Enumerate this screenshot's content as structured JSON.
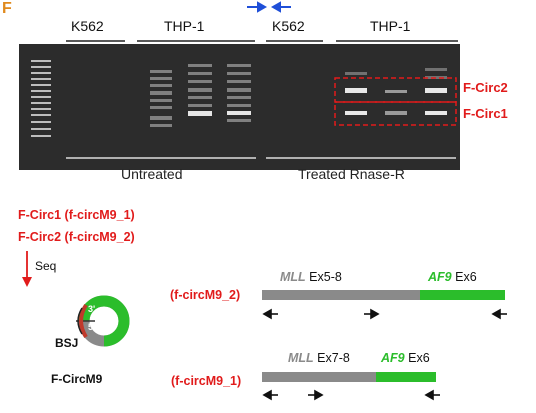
{
  "panel_letter": "F",
  "colors": {
    "accent_red": "#e11b1b",
    "accent_green": "#2bbd2b",
    "gel_bg": "#2b2b2b",
    "segment_gray": "#8a8a8a",
    "primer_blue": "#1f4fd8"
  },
  "gel": {
    "top_labels": [
      "K562",
      "THP-1",
      "K562",
      "THP-1"
    ],
    "bottom_labels": [
      "Untreated",
      "Treated Rnase-R"
    ],
    "band_labels": [
      "F-Circ2",
      "F-Circ1"
    ]
  },
  "legend": {
    "line1": "F-Circ1 (f-circM9_1)",
    "line2": "F-Circ2 (f-circM9_2)",
    "seq_label": "Seq"
  },
  "circle": {
    "label_3p": "3'",
    "label_5p": "5'",
    "bsj_label": "BSJ",
    "name": "F-CircM9"
  },
  "constructs": [
    {
      "name": "(f-circM9_2)",
      "gene1": "MLL",
      "gene1_exons": "Ex5-8",
      "gene2": "AF9",
      "gene2_exons": "Ex6"
    },
    {
      "name": "(f-circM9_1)",
      "gene1": "MLL",
      "gene1_exons": "Ex7-8",
      "gene2": "AF9",
      "gene2_exons": "Ex6"
    }
  ]
}
